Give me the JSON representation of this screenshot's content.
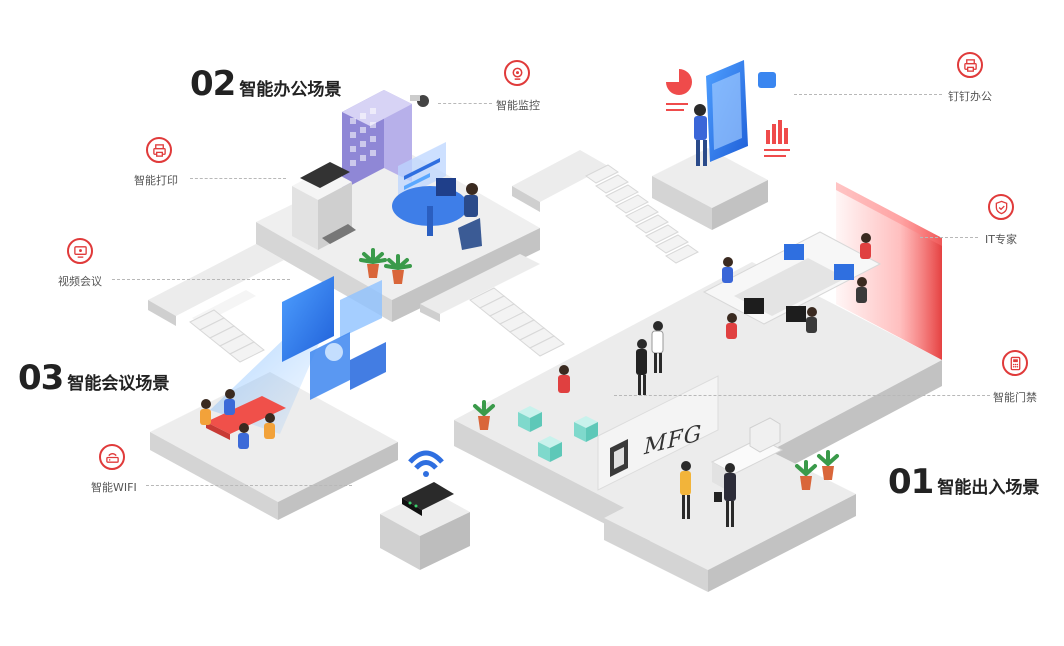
{
  "scenes": [
    {
      "num": "01",
      "label": "智能出入场景"
    },
    {
      "num": "02",
      "label": "智能办公场景"
    },
    {
      "num": "03",
      "label": "智能会议场景"
    }
  ],
  "callouts": {
    "monitor": {
      "label": "智能监控",
      "icon": "camera-icon"
    },
    "print": {
      "label": "智能打印",
      "icon": "printer-icon"
    },
    "video": {
      "label": "视频会议",
      "icon": "video-conference-icon"
    },
    "wifi": {
      "label": "智能WIFI",
      "icon": "router-icon"
    },
    "dingtalk": {
      "label": "钉钉办公",
      "icon": "dingtalk-printer-icon"
    },
    "it": {
      "label": "IT专家",
      "icon": "shield-icon"
    },
    "door": {
      "label": "智能门禁",
      "icon": "access-control-icon"
    }
  },
  "sign": {
    "text": "MFG"
  },
  "colors": {
    "accent": "#e03a3a",
    "blue": "#2f6fe0",
    "floor": "#ececec",
    "floor_side": "#cfcfcf",
    "title": "#222222"
  }
}
